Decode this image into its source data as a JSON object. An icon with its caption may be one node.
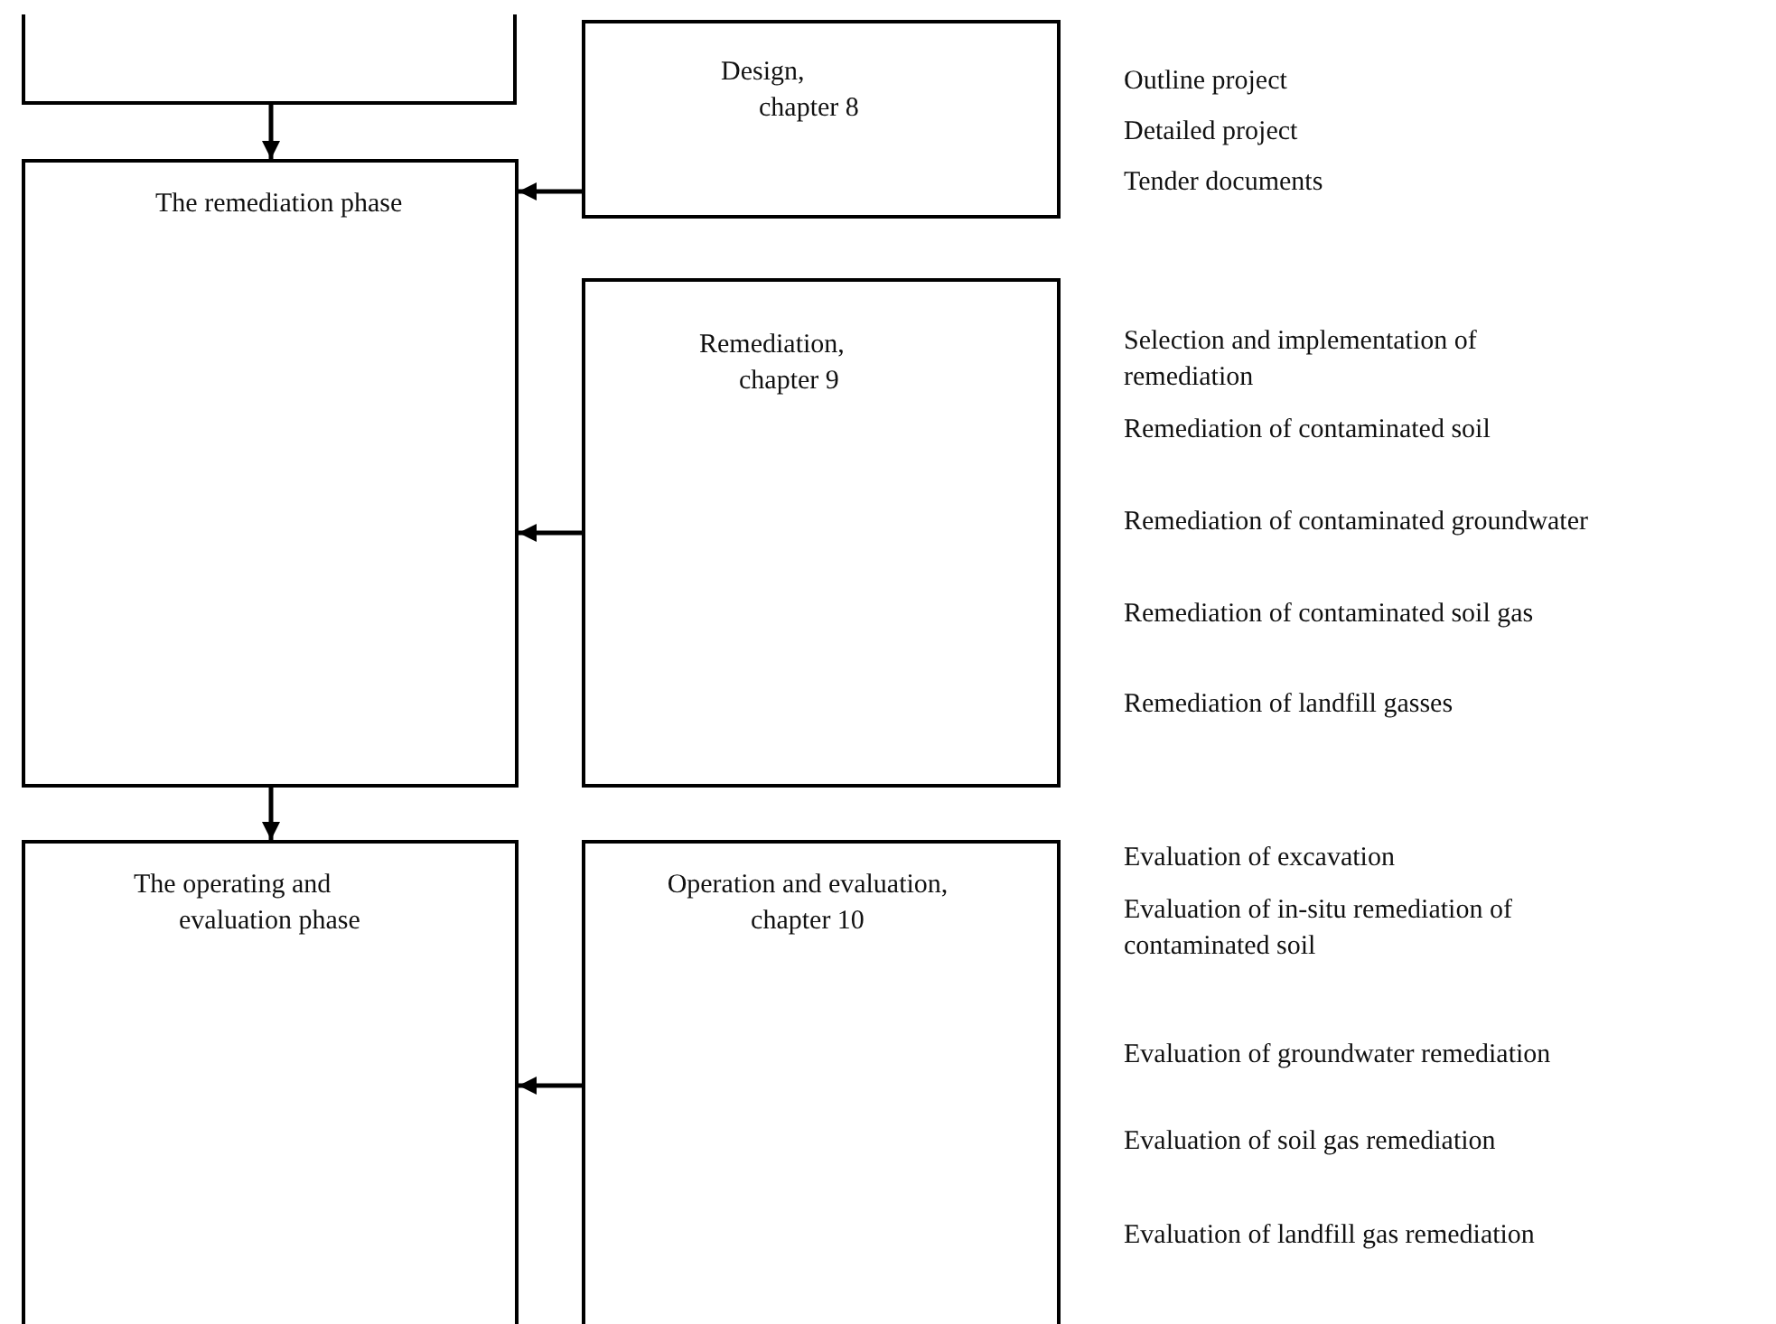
{
  "diagram": {
    "nodes": [
      {
        "text": [],
        "shape": "box"
      },
      {
        "text": [
          "The remediation phase"
        ]
      },
      {
        "text": [
          "Design, chapter 8"
        ],
        "beside": [
          "Outline project",
          "Detailed project",
          "Tender documents"
        ]
      },
      {
        "text": [
          "Remediation, chapter 9"
        ],
        "beside": [
          "Selection and implementation of remediation",
          "Remediation of contaminated soil",
          "Remediation of contaminated groundwater",
          "Remediation of contaminated soil gas",
          "Remediation of landfill gasses"
        ]
      },
      {
        "text": [
          "The operating and evaluation phase"
        ]
      },
      {
        "text": [
          "Operation and evaluation, chapter 10"
        ],
        "beside": [
          "Evaluation of excavation",
          "Evaluation of in-situ remediation of contaminated soil",
          "Evaluation of groundwater remediation",
          "Evaluation of soil gas remediation",
          "Evaluation of landfill gas remediation"
        ]
      }
    ],
    "edges": [
      {
        "from": 0,
        "to": 1,
        "arrow": "to"
      },
      {
        "from": 2,
        "to": 1,
        "arrow": "to"
      },
      {
        "from": 3,
        "to": 1,
        "arrow": "to"
      },
      {
        "from": 1,
        "to": 4,
        "arrow": "to"
      },
      {
        "from": 5,
        "to": 4,
        "arrow": "to"
      }
    ]
  }
}
